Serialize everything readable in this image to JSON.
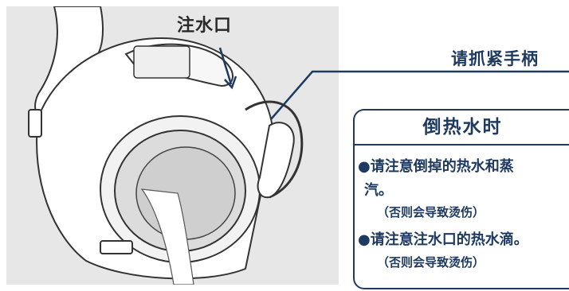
{
  "illustration": {
    "water_inlet_label": "注水口",
    "grip_handle_label": "请抓紧手柄"
  },
  "warning_box": {
    "title": "倒热水时",
    "items": [
      {
        "text": "●请注意倒掉的热水和蒸",
        "continuation": "汽。",
        "note": "（否则会导致烫伤）"
      },
      {
        "text": "●请注意注水口的热水滴。",
        "note": "（否则会导致烫伤）"
      }
    ]
  },
  "colors": {
    "accent": "#1f3a60",
    "illustration_bg": "#e7e7e7",
    "line_art": "#333333"
  }
}
